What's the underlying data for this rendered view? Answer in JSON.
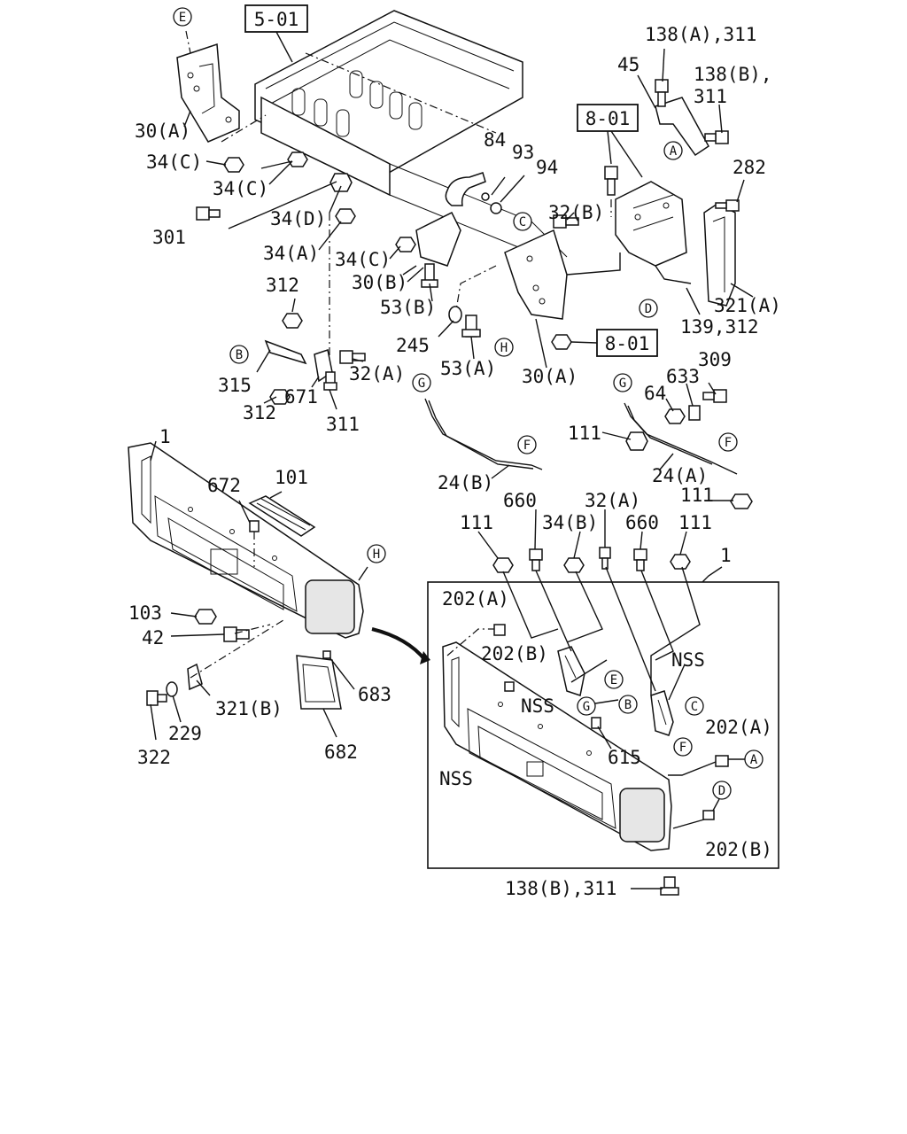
{
  "references": {
    "ref_5_01": "5-01",
    "ref_8_01_top": "8-01",
    "ref_8_01_mid": "8-01"
  },
  "circle_markers": {
    "e_top": "E",
    "a_top": "A",
    "c_mid": "C",
    "d_right": "D",
    "h_mid": "H",
    "b_left": "B",
    "g_left": "G",
    "g_right": "G",
    "f_left": "F",
    "f_right": "F",
    "h_bumper": "H",
    "e_inset": "E",
    "g_inset": "G",
    "b_inset": "B",
    "c_inset": "C",
    "f_inset": "F",
    "a_inset": "A",
    "d_inset": "D"
  },
  "labels": {
    "l_30a_top": "30(A)",
    "l_34c_1": "34(C)",
    "l_34c_2": "34(C)",
    "l_301": "301",
    "l_34d": "34(D)",
    "l_34a": "34(A)",
    "l_34c_3": "34(C)",
    "l_30b": "30(B)",
    "l_53b": "53(B)",
    "l_84": "84",
    "l_93": "93",
    "l_94": "94",
    "l_32b": "32(B)",
    "l_138a_311": "138(A),311",
    "l_45": "45",
    "l_138b": "138(B),",
    "l_311_a": "311",
    "l_282": "282",
    "l_321a": "321(A)",
    "l_139_312": "139,312",
    "l_312_1": "312",
    "l_315": "315",
    "l_312_2": "312",
    "l_671": "671",
    "l_32a_1": "32(A)",
    "l_311_b": "311",
    "l_245": "245",
    "l_53a": "53(A)",
    "l_30a_mid": "30(A)",
    "l_309": "309",
    "l_633": "633",
    "l_64": "64",
    "l_111_1": "111",
    "l_24a": "24(A)",
    "l_111_2": "111",
    "l_24b": "24(B)",
    "l_1_left": "1",
    "l_672": "672",
    "l_101": "101",
    "l_103": "103",
    "l_42": "42",
    "l_321b": "321(B)",
    "l_229": "229",
    "l_322": "322",
    "l_683": "683",
    "l_682": "682",
    "l_660_1": "660",
    "l_32a_2": "32(A)",
    "l_111_3": "111",
    "l_34b": "34(B)",
    "l_660_2": "660",
    "l_111_4": "111",
    "l_1_right": "1",
    "l_202a_1": "202(A)",
    "l_202b_1": "202(B)",
    "l_nss_1": "NSS",
    "l_nss_2": "NSS",
    "l_615": "615",
    "l_202a_2": "202(A)",
    "l_nss_3": "NSS",
    "l_202b_2": "202(B)",
    "l_138b_311": "138(B),311"
  }
}
